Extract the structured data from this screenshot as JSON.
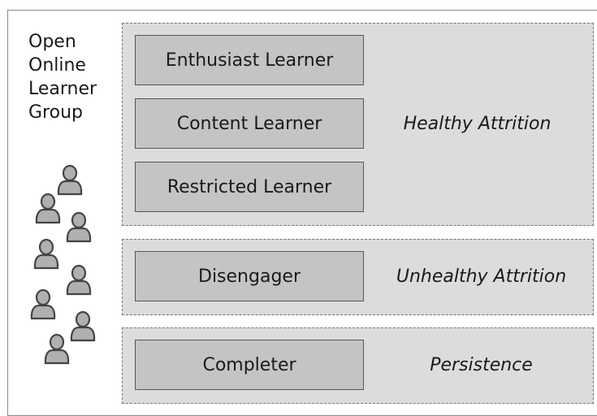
{
  "group_label": [
    "Open",
    "Online",
    "Learner",
    "Group"
  ],
  "zones": [
    {
      "learners": [
        "Enthusiast Learner",
        "Content Learner",
        "Restricted Learner"
      ],
      "attrition": "Healthy Attrition"
    },
    {
      "learners": [
        "Disengager"
      ],
      "attrition": "Unhealthy Attrition"
    },
    {
      "learners": [
        "Completer"
      ],
      "attrition": "Persistence"
    }
  ],
  "icons": {
    "person": "person-icon"
  },
  "colors": {
    "zone_fill": "#dcdcdc",
    "box_fill": "#c4c4c4",
    "person_fill": "#b0b0b0"
  }
}
